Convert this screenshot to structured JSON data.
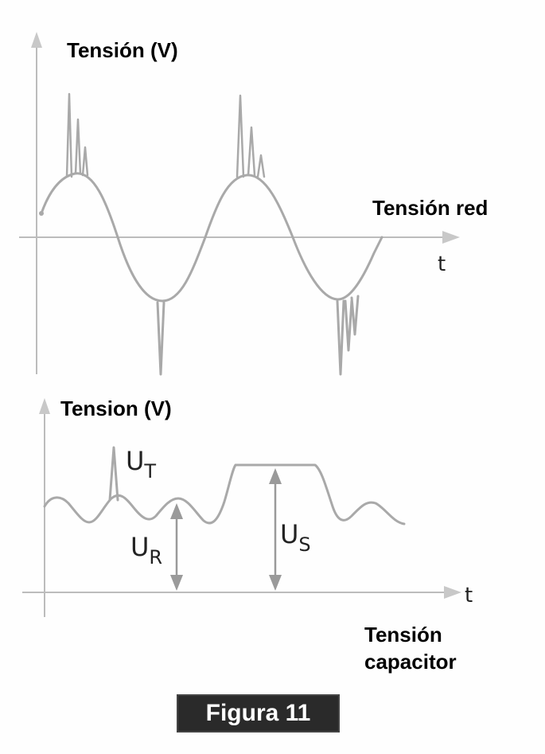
{
  "top_plot": {
    "y_axis_label": "Tensión (V)",
    "curve_label": "Tensión red",
    "x_axis_label": "t"
  },
  "bottom_plot": {
    "y_axis_label": "Tension (V)",
    "x_axis_label": "t",
    "curve_label_line1": "Tensión",
    "curve_label_line2": "capacitor",
    "ut_main": "U",
    "ut_sub": "T",
    "ur_main": "U",
    "ur_sub": "R",
    "us_main": "U",
    "us_sub": "S"
  },
  "caption": "Figura 11",
  "colors": {
    "curve": "#a9a9a9",
    "axis": "#b8b8b8",
    "arrow": "#9a9a9a",
    "caption_bg": "#2a2a2a"
  }
}
